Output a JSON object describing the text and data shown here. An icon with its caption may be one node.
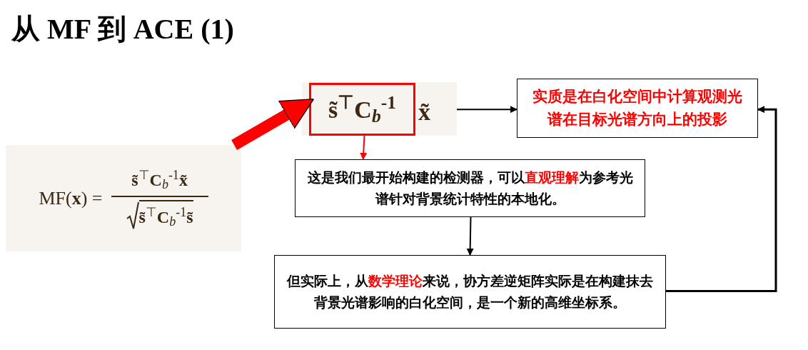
{
  "diagram": {
    "title": "从 MF 到 ACE (1)",
    "nodes": [
      {
        "text": [
          "MF(**x**) =",
          "**s̃**$^{⊤}$**C**$_{b}$$^{-1}$**x̃**",
          "**s̃**$^{⊤}$**C**$_{b}$$^{-1}$**s̃**"
        ]
      },
      {
        "text": [
          "x̃"
        ]
      },
      {
        "text": [
          "s̃$^{⊤}$C$_{b}$$^{-1}$"
        ],
        "in": 1
      },
      {
        "text": [
          "这是我们最开始构建的检测器，可以**直观理解**为参考光谱针对背景统计特性的本地化。"
        ]
      },
      {
        "text": [
          "但实际上，从**数学理论**来说，协方差逆矩阵实际是在构建抹去背景光谱影响的白化空间，是一个新的高维坐标系。"
        ]
      },
      {
        "text": [
          "实质是在白化空间中计算观测光谱在目标光谱方向上的投影"
        ]
      }
    ],
    "edges": [
      {
        "from": 0,
        "to": 1,
        "arrow": "to",
        "style": "thick",
        "color": "#ff0000"
      },
      {
        "from": 2,
        "to": 3,
        "arrow": "to",
        "color": "#ff0000"
      },
      {
        "from": 1,
        "to": 5,
        "arrow": "to"
      },
      {
        "from": 3,
        "to": 4,
        "arrow": "to"
      },
      {
        "from": 4,
        "to": 5,
        "arrow": "to"
      }
    ]
  }
}
